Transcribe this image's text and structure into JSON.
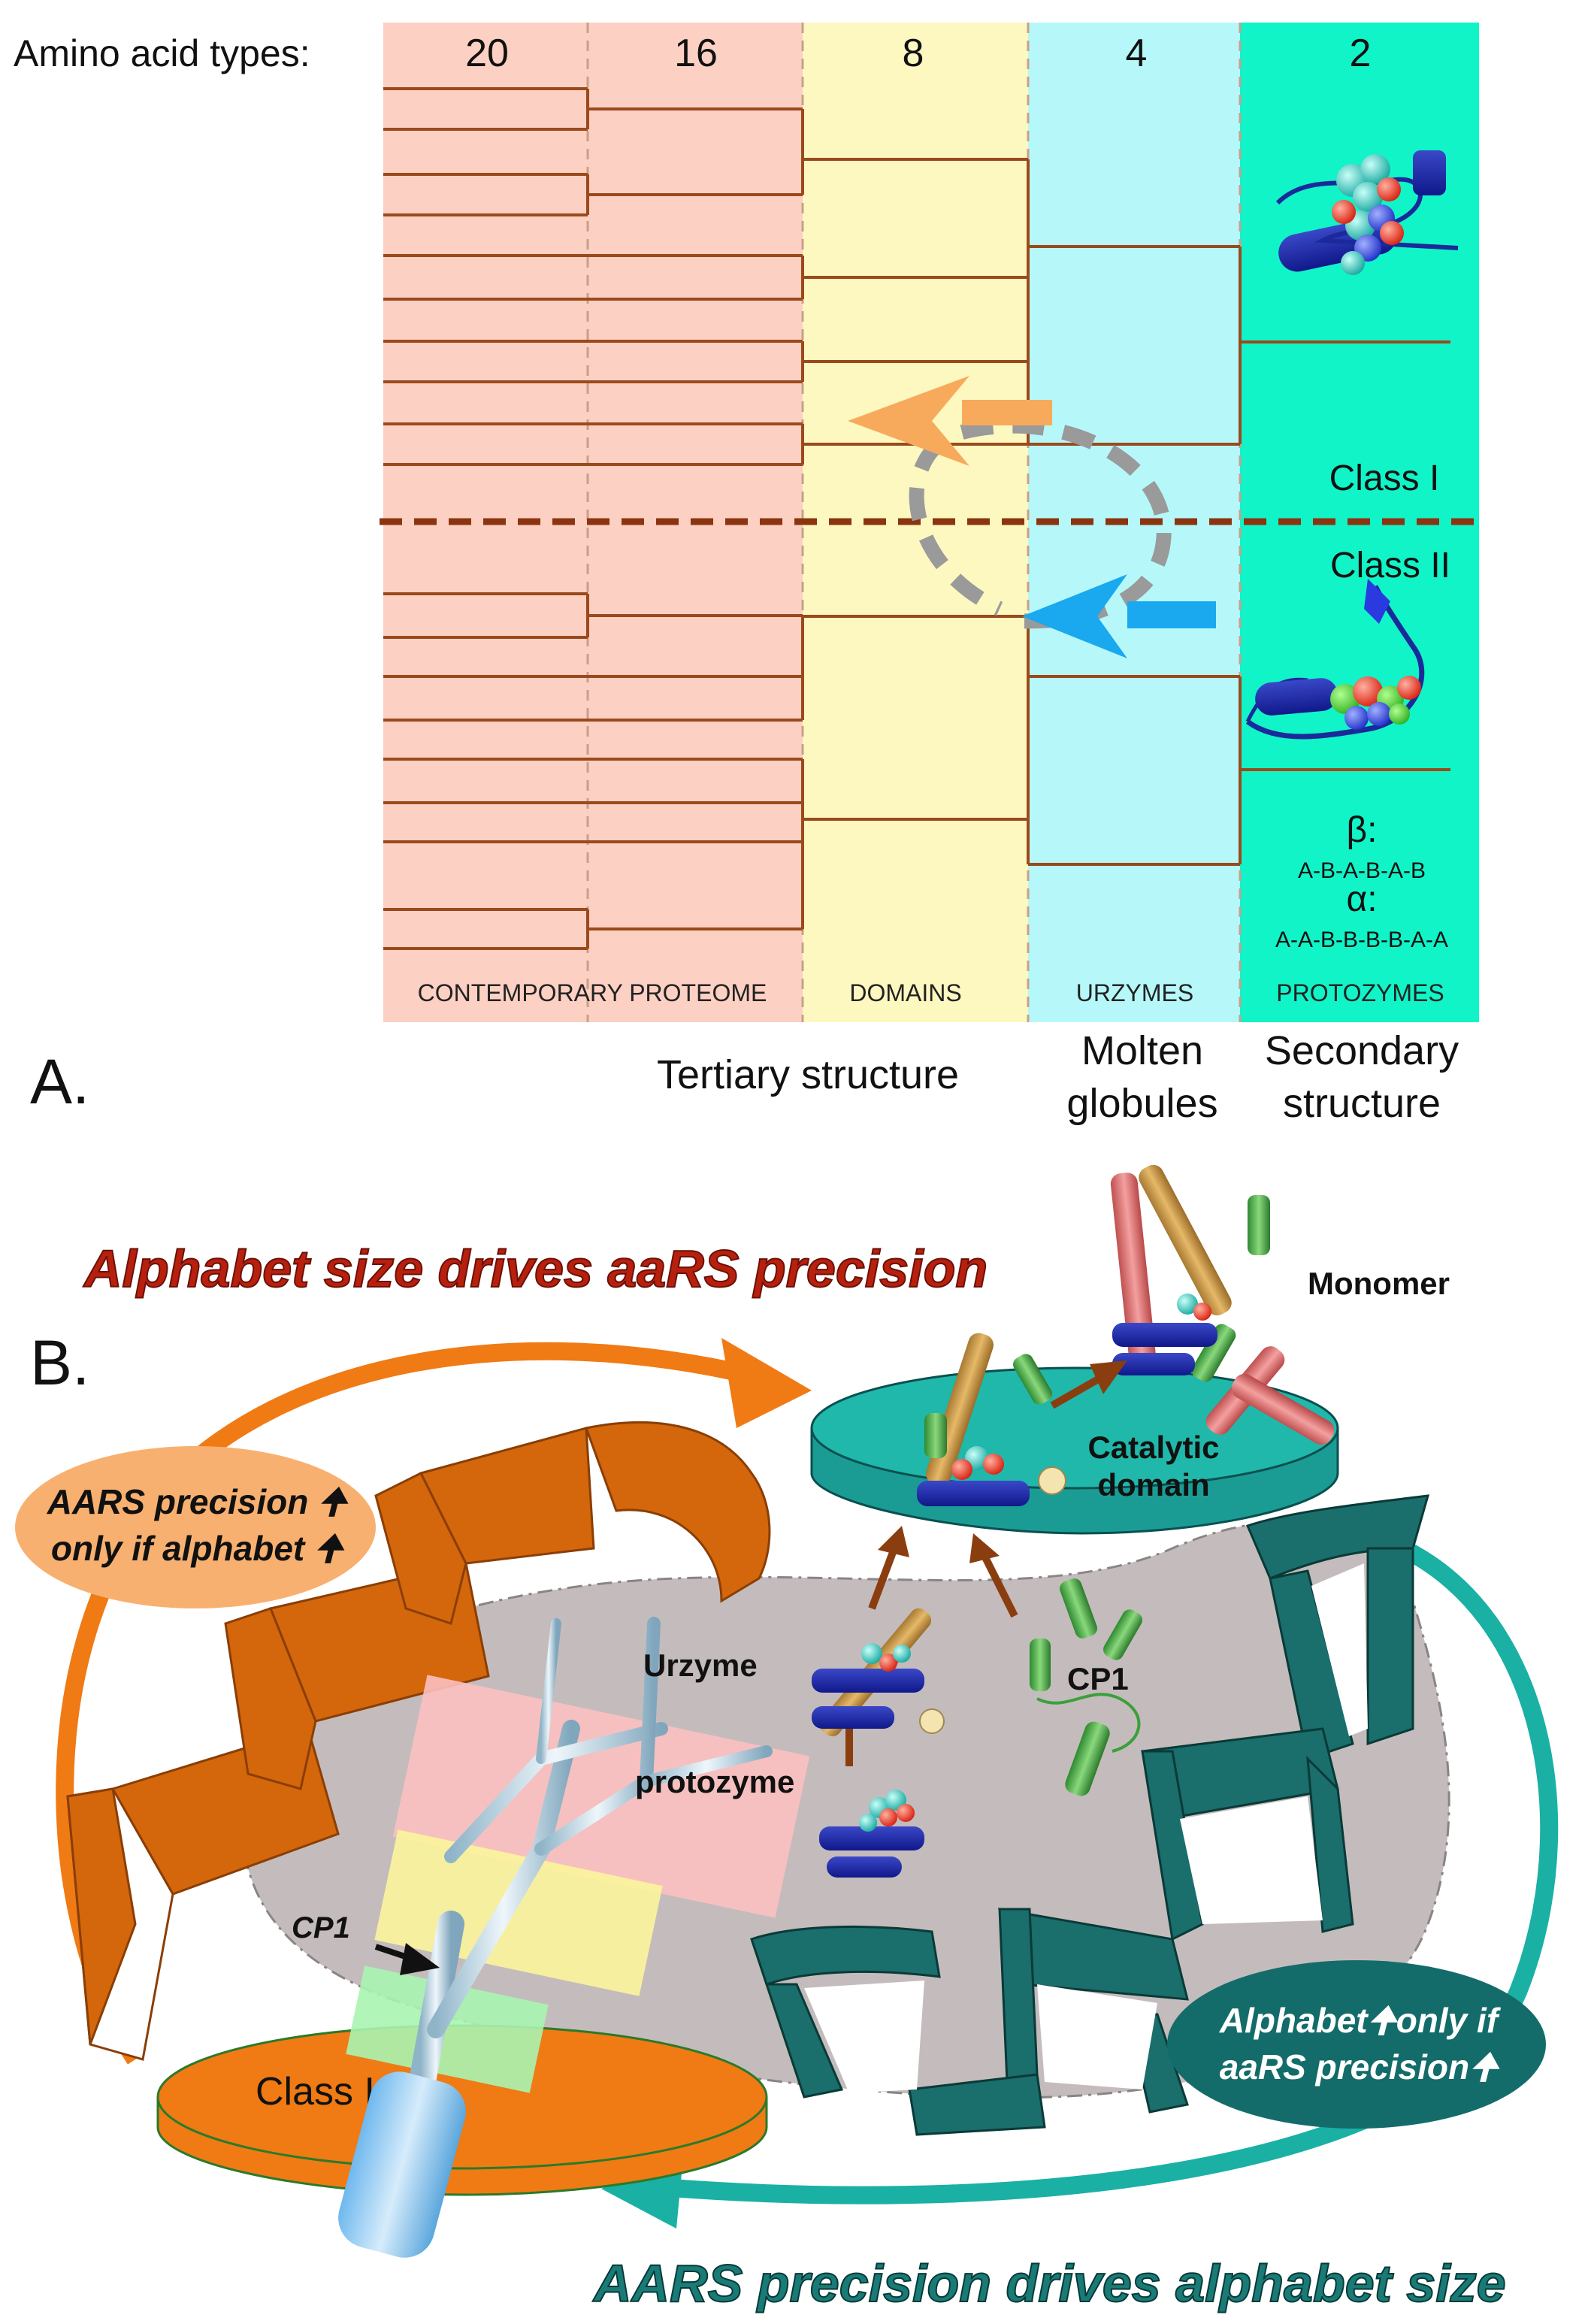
{
  "panel_a": {
    "panel_letter": "A.",
    "header_label": "Amino acid types:",
    "columns": [
      {
        "count": "20",
        "color": "#fcd0c2"
      },
      {
        "count": "16",
        "color": "#fcd0c2"
      },
      {
        "count": "8",
        "color": "#fcf8c0"
      },
      {
        "count": "4",
        "color": "#b6f8fa"
      },
      {
        "count": "2",
        "color": "#10f4c8"
      }
    ],
    "class_labels": {
      "class1": "Class I",
      "class2": "Class II"
    },
    "beta_label": "β:",
    "beta_pattern": "A-B-A-B-A-B",
    "alpha_label": "α:",
    "alpha_pattern": "A-A-B-B-B-B-A-A",
    "bottom_labels": {
      "contemporary": "CONTEMPORARY PROTEOME",
      "domains": "DOMAINS",
      "urzymes": "URZYMES",
      "protozymes": "PROTOZYMES"
    },
    "structure_labels": {
      "tertiary": "Tertiary structure",
      "molten_line1": "Molten",
      "molten_line2": "globules",
      "secondary_line1": "Secondary",
      "secondary_line2": "structure"
    },
    "colors": {
      "tree": "#9a4a1c",
      "divider": "#8b3410",
      "orange_arrow": "#f8aa5c",
      "blue_arrow": "#1aa8ee",
      "grey_arrow": "#9a9a9a"
    }
  },
  "panel_b": {
    "panel_letter": "B.",
    "title_top": "Alphabet size drives aaRS precision",
    "title_bottom": "AARS precision drives alphabet size",
    "bubble_left_line1": "AARS precision",
    "bubble_left_line2": "only if alphabet",
    "bubble_right_line1": "Alphabet",
    "bubble_right_line1b": "only if",
    "bubble_right_line2": "aaRS precision",
    "up_arrow_glyph": "🠉",
    "labels": {
      "monomer": "Monomer",
      "catalytic_line1": "Catalytic",
      "catalytic_line2": "domain",
      "urzyme": "Urzyme",
      "cp1": "CP1",
      "protozyme": "protozyme",
      "cp1_tree": "CP1",
      "class1": "Class I"
    },
    "colors": {
      "orange": "#f07a14",
      "teal": "#1a6e6c",
      "title_red": "#9c1a08",
      "title_teal": "#0c5a58"
    }
  }
}
